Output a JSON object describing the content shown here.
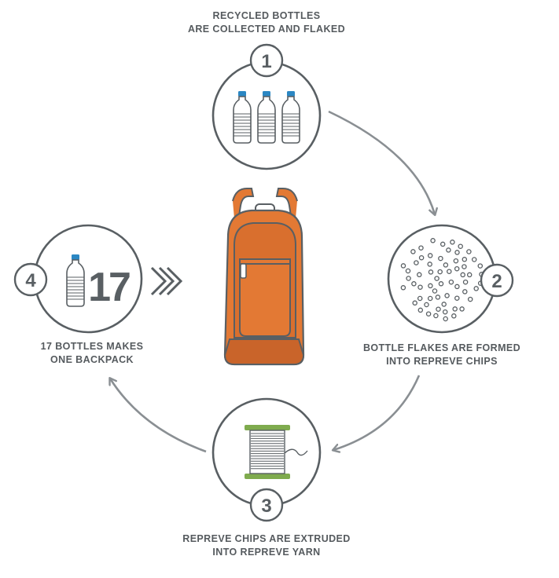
{
  "steps": [
    {
      "number": "1",
      "caption_line1": "RECYCLED BOTTLES",
      "caption_line2": "ARE COLLECTED AND FLAKED",
      "icon": "water-bottles-icon"
    },
    {
      "number": "2",
      "caption_line1": "BOTTLE FLAKES ARE FORMED",
      "caption_line2": "INTO REPREVE CHIPS",
      "icon": "chips-icon"
    },
    {
      "number": "3",
      "caption_line1": "REPREVE CHIPS ARE EXTRUDED",
      "caption_line2": "INTO REPREVE YARN",
      "icon": "yarn-spool-icon"
    },
    {
      "number": "4",
      "caption_line1": "17 BOTTLES MAKES",
      "caption_line2": "ONE BACKPACK",
      "icon": "bottle-count-icon",
      "count": "17"
    }
  ],
  "center": {
    "icon": "backpack-icon",
    "arrow_icon": "chevron-arrows-icon"
  },
  "colors": {
    "outline": "#595f63",
    "arrow": "#8a8f93",
    "bottle_cap": "#2b87c3",
    "backpack": "#e37934",
    "backpack_dark": "#c9642a",
    "spool": "#7fab4e"
  }
}
